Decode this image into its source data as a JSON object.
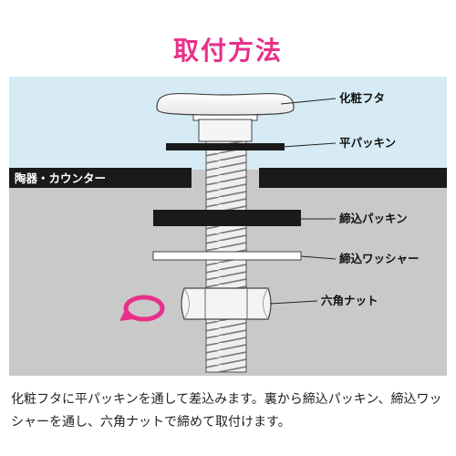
{
  "title": "取付方法",
  "labels": {
    "cap": "化粧フタ",
    "flat_packing": "平パッキン",
    "counter": "陶器・カウンター",
    "tight_packing": "締込パッキン",
    "tight_washer": "締込ワッシャー",
    "hex_nut": "六角ナット"
  },
  "description": "化粧フタに平パッキンを通して差込みます。裏から締込パッキン、締込ワッシャーを通し、六角ナットで締めて取付けます。",
  "colors": {
    "title": "#e8308a",
    "sky": "#d6ebf5",
    "counter_bg": "#c9c9c9",
    "counter_top": "#1a1a1a",
    "rotate_arrow": "#e8308a"
  },
  "icons": {
    "rotate": "rotate-arrow-icon"
  }
}
